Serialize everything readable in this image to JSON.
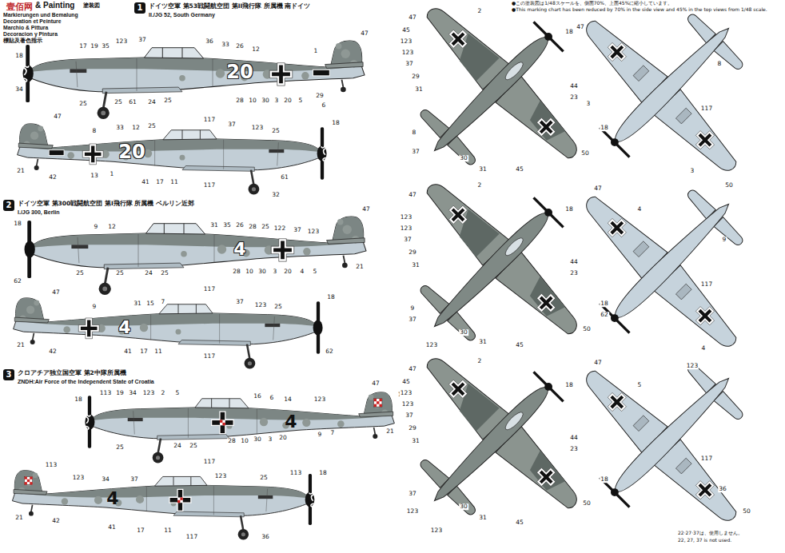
{
  "diagram": {
    "nodes": [
      {
        "text": [
          "1"
        ]
      },
      {
        "text": [
          "2"
        ]
      },
      {
        "text": [
          "3"
        ]
      }
    ],
    "labels": [
      "壹佰网",
      "& Painting",
      "塗装図",
      "Markierungen und Bemalung",
      "Decoration et Peinture",
      "Marchio & Pittura",
      "Decoracion y Pintura",
      "標貼及著色指示",
      "ドイツ空軍 第53戦闘航空団 第II飛行隊 所属機 南ドイツ",
      "II./JG 52, South Germany",
      "ドイツ空軍 第300戦闘航空団 第I飛行隊 所属機 ベルリン近郊",
      "I./JG 300, Berlin",
      "クロアチア独立国空軍 第2中隊所属機",
      "ZNDH:Air Force of the Independent State of Croatia",
      "●この塗装図は1/48スケールを、側面70%、上面45%に縮小しています。",
      "●This marking chart has been reduced by 70% in the side view and 45% in the top views from 1/48 scale.",
      "22·27·37は、使用しません。",
      "22, 27, 37 is not used.",
      "20",
      "20",
      "4",
      "4",
      "4",
      "4",
      "18",
      "34",
      "17",
      "19",
      "35",
      "123",
      "37",
      "36",
      "33",
      "26",
      "12",
      "1",
      "47",
      "25",
      "25",
      "61",
      "24",
      "25",
      "117",
      "28",
      "10",
      "30",
      "3",
      "20",
      "5",
      "29",
      "6",
      "47",
      "8",
      "33",
      "12",
      "25",
      "37",
      "123",
      "25",
      "18",
      "21",
      "42",
      "13",
      "1",
      "41",
      "17",
      "11",
      "117",
      "61",
      "32",
      "18",
      "62",
      "9",
      "12",
      "31",
      "35",
      "26",
      "28",
      "25",
      "122",
      "37",
      "123",
      "47",
      "25",
      "25",
      "24",
      "25",
      "117",
      "28",
      "10",
      "30",
      "3",
      "20",
      "4",
      "5",
      "21",
      "47",
      "9",
      "31",
      "15",
      "7",
      "37",
      "123",
      "25",
      "18",
      "21",
      "42",
      "41",
      "17",
      "11",
      "117",
      "62",
      "18",
      "113",
      "19",
      "34",
      "123",
      "2",
      "5",
      "16",
      "6",
      "14",
      "123",
      "47",
      "113",
      "25",
      "24",
      "25",
      "117",
      "28",
      "10",
      "30",
      "3",
      "20",
      "9",
      "7",
      "21",
      "113",
      "123",
      "34",
      "37",
      "123",
      "25",
      "113",
      "18",
      "21",
      "42",
      "41",
      "17",
      "11",
      "117",
      "36",
      "47",
      "45",
      "123",
      "123",
      "37",
      "29",
      "31",
      "2",
      "18",
      "44",
      "23",
      "30",
      "31",
      "45",
      "50",
      "37",
      "8",
      "47",
      "3",
      "8",
      "117",
      "18",
      "3",
      "50",
      "47",
      "2",
      "18",
      "123",
      "123",
      "37",
      "29",
      "31",
      "44",
      "23",
      "30",
      "31",
      "45",
      "50",
      "37",
      "9",
      "123",
      "47",
      "4",
      "117",
      "9",
      "18",
      "62",
      "4",
      "47",
      "45",
      "123",
      "123",
      "37",
      "29",
      "31",
      "2",
      "18",
      "44",
      "23",
      "30",
      "31",
      "45",
      "50",
      "37",
      "123",
      "123",
      "47",
      "5",
      "123",
      "117",
      "36",
      "18",
      "50"
    ]
  }
}
